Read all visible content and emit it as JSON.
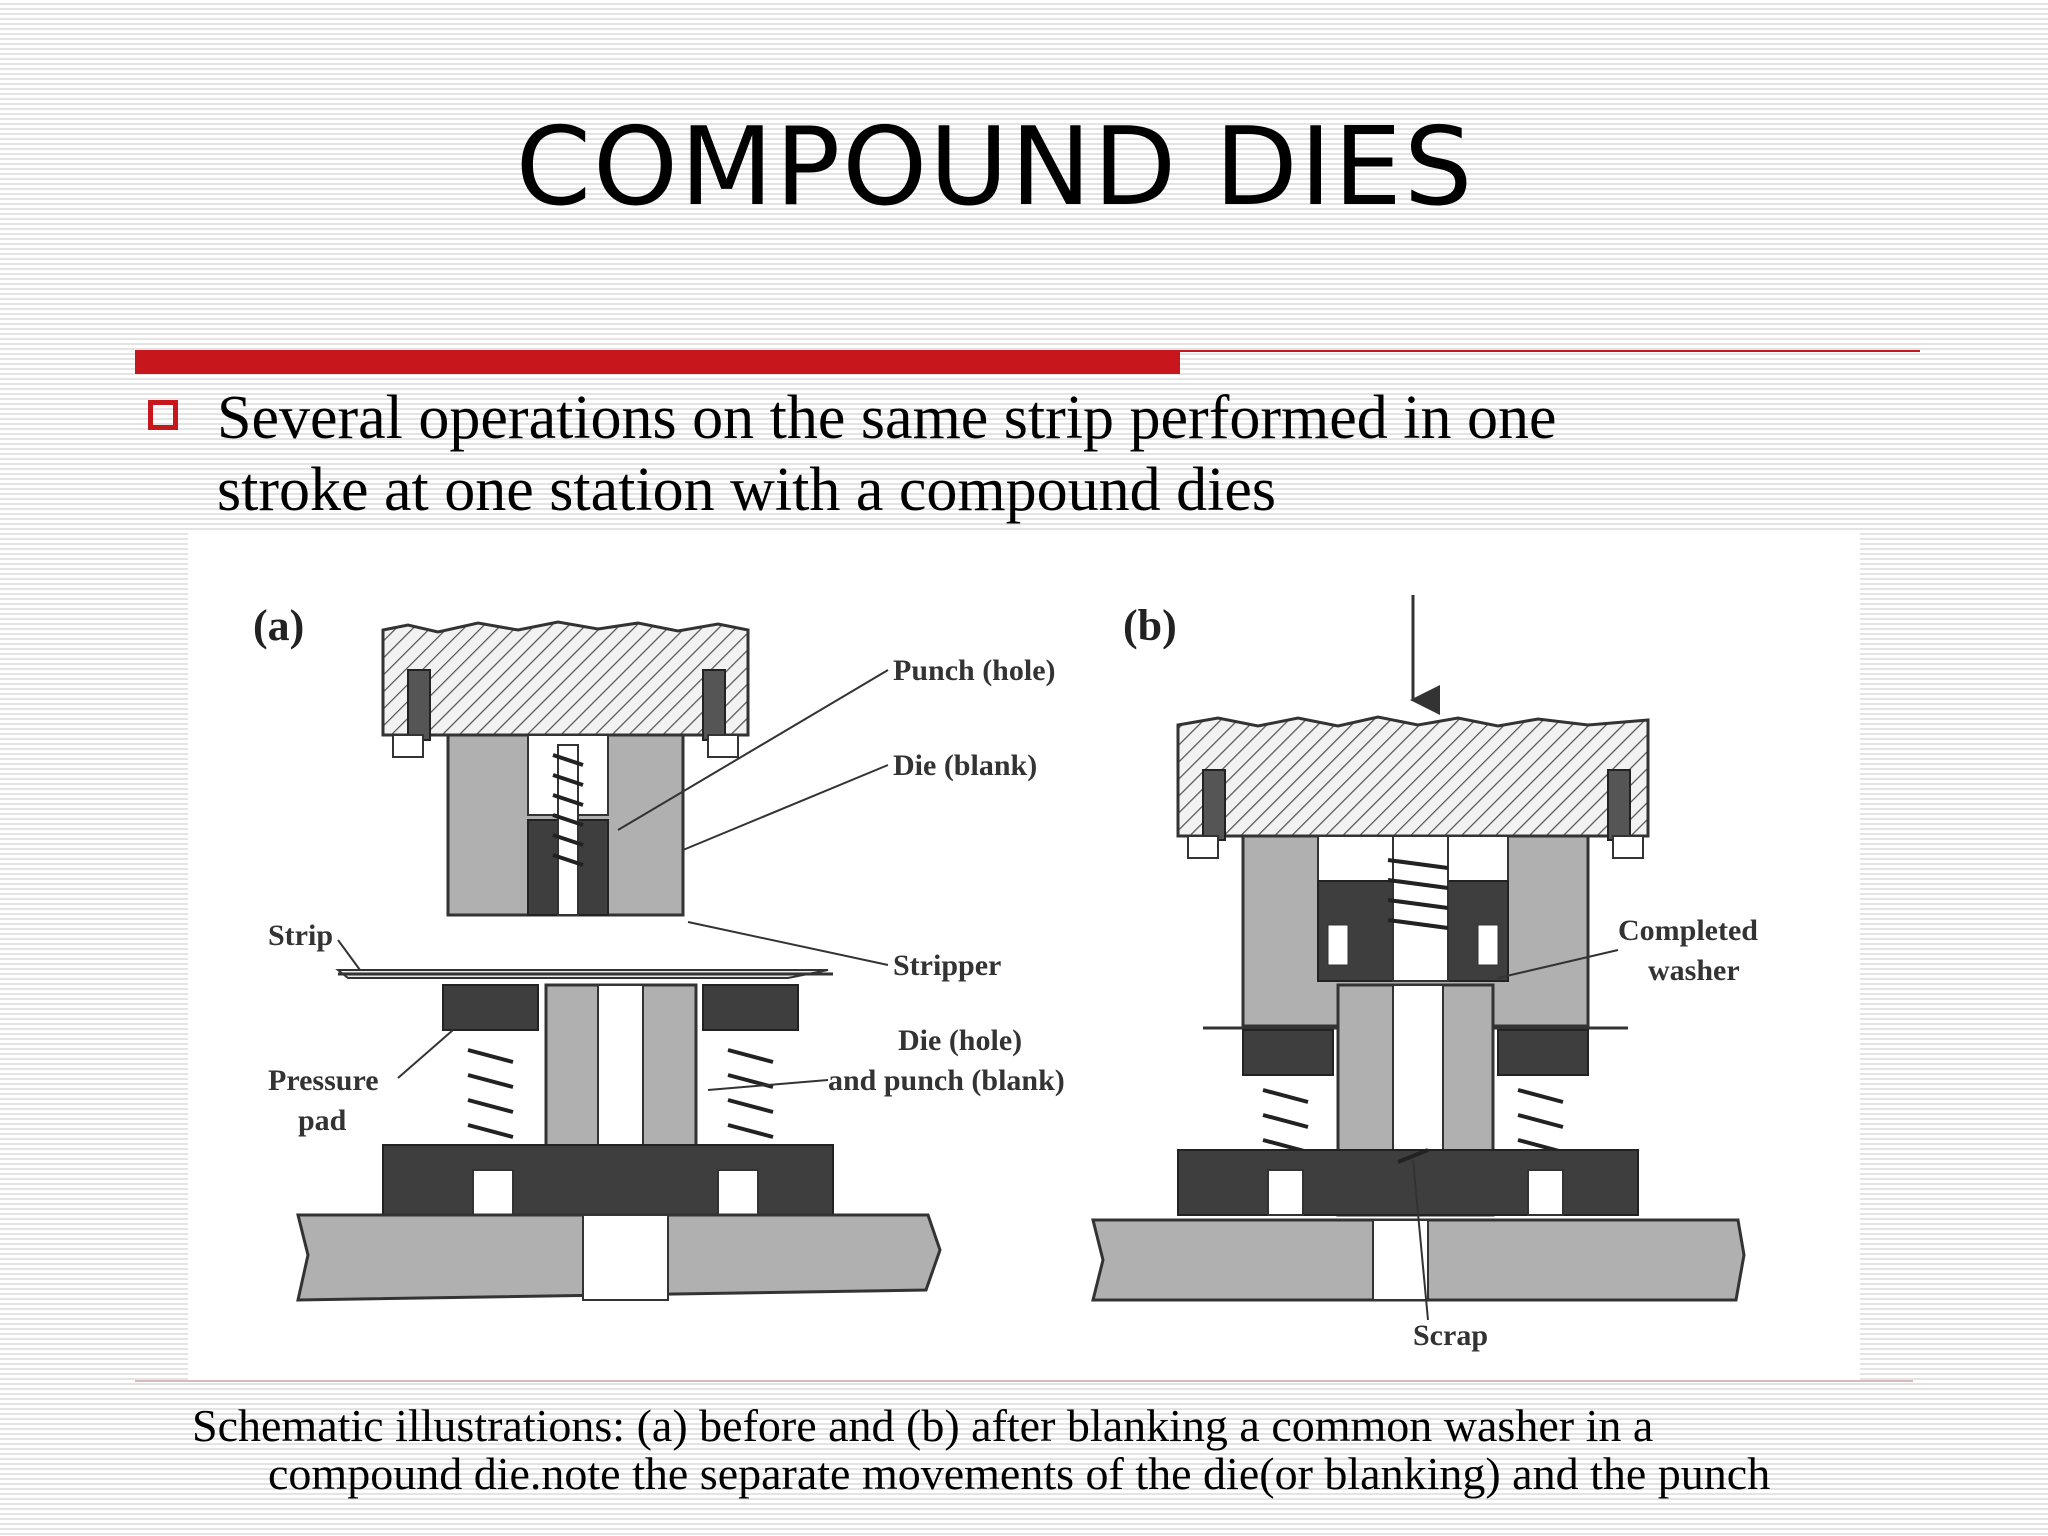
{
  "slide": {
    "title": "COMPOUND DIES",
    "bullet": {
      "line1": "Several  operations on the same strip performed in one",
      "line2": "stroke at one station with a compound dies"
    },
    "caption": {
      "line1": "Schematic illustrations: (a) before and (b) after blanking a common washer in a",
      "line2": "compound die.note the separate movements of the die(or blanking) and the punch"
    },
    "colors": {
      "accent": "#c8161d",
      "dark_part": "#3e3e3e",
      "light_part": "#b0b0b0"
    }
  },
  "figure": {
    "panel_a": {
      "tag": "(a)",
      "labels": {
        "punch_hole": "Punch (hole)",
        "die_blank": "Die (blank)",
        "strip": "Strip",
        "stripper": "Stripper",
        "die_hole": "Die (hole)",
        "punch_blank": "and punch (blank)",
        "pressure": "Pressure",
        "pad": "pad"
      }
    },
    "panel_b": {
      "tag": "(b)",
      "labels": {
        "completed": "Completed",
        "washer": "washer",
        "scrap": "Scrap"
      }
    }
  }
}
